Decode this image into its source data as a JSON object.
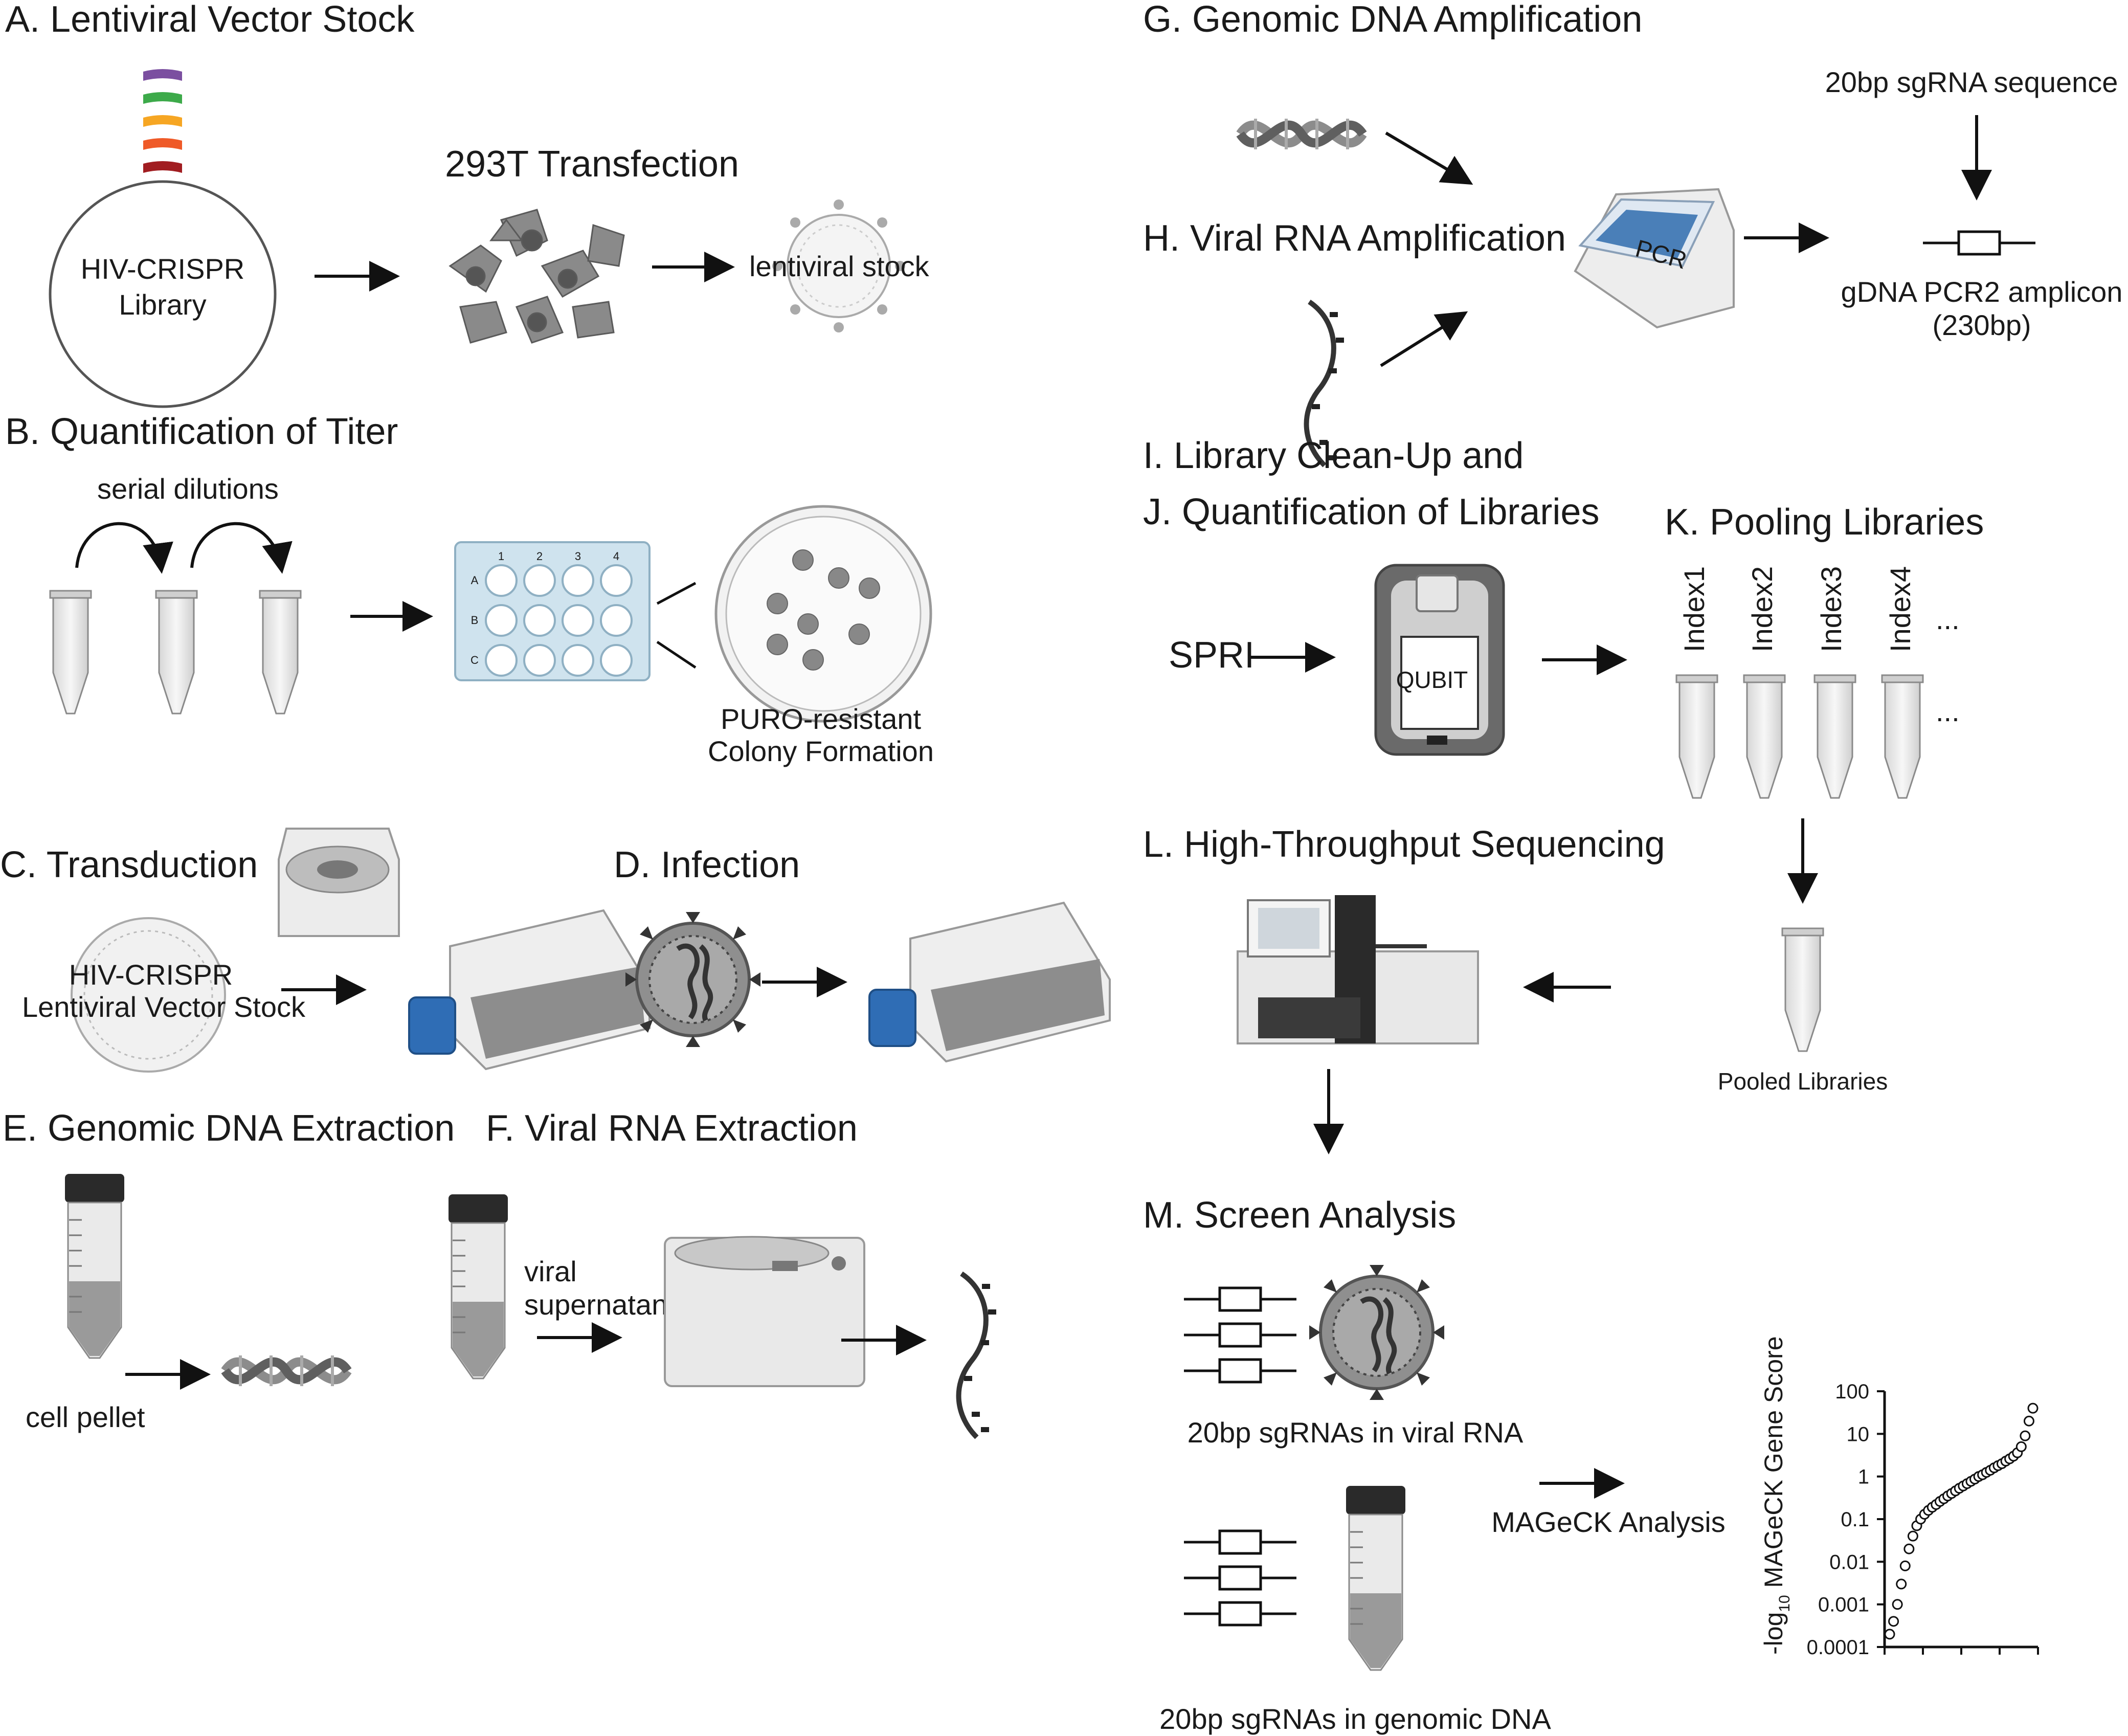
{
  "panels": {
    "A": {
      "title": "A. Lentiviral Vector Stock",
      "plasmid_line1": "HIV-CRISPR",
      "plasmid_line2": "Library",
      "transfection": "293T Transfection",
      "stock": "lentiviral stock"
    },
    "B": {
      "title": "B. Quantification of  Titer",
      "dilutions": "serial dilutions",
      "colony_line1": "PURO-resistant",
      "colony_line2": "Colony Formation",
      "plate_cols": [
        "1",
        "2",
        "3",
        "4"
      ],
      "plate_rows": [
        "A",
        "B",
        "C"
      ]
    },
    "C": {
      "title": "C. Transduction",
      "vector_line1": "HIV-CRISPR",
      "vector_line2": "Lentiviral Vector Stock"
    },
    "D": {
      "title": "D. Infection"
    },
    "E": {
      "title": "E. Genomic DNA Extraction",
      "pellet": "cell pellet"
    },
    "F": {
      "title": "F. Viral RNA Extraction",
      "super_line1": "viral",
      "super_line2": "supernatant"
    },
    "G": {
      "title": "G. Genomic DNA Amplification",
      "sgrna": "20bp sgRNA sequence",
      "pcr": "PCR",
      "amplicon_line1": "gDNA PCR2 amplicon",
      "amplicon_line2": "(230bp)"
    },
    "H": {
      "title": "H. Viral RNA Amplification"
    },
    "I": {
      "title": "I. Library Clean-Up and"
    },
    "J": {
      "title": "J. Quantification of Libraries",
      "spri": "SPRI",
      "qubit": "QUBIT"
    },
    "K": {
      "title": "K. Pooling Libraries",
      "indices": [
        "Index1",
        "Index2",
        "Index3",
        "Index4"
      ],
      "ellipsis": "..."
    },
    "L": {
      "title": "L. High-Throughput Sequencing",
      "pooled": "Pooled Libraries"
    },
    "M": {
      "title": "M. Screen Analysis",
      "viral_label": "20bp sgRNAs in viral RNA",
      "genomic_label": "20bp sgRNAs in genomic DNA",
      "mageck": "MAGeCK Analysis",
      "ylabel_prefix": "-log",
      "ylabel_sub": "10",
      "ylabel_suffix": " MAGeCK Gene Score"
    }
  },
  "colors": {
    "plasmid_bands": [
      "#7b4fa0",
      "#3daa4a",
      "#f6a623",
      "#ef5a28",
      "#a11d21",
      "#1a1a1a"
    ],
    "flask_cap": "#2f6db5",
    "plate_fill": "#cfe3ee"
  },
  "chart_data": {
    "type": "scatter",
    "ylabel": "-log10 MAGeCK Gene Score",
    "y_scale": "log",
    "ylim": [
      0.0001,
      100
    ],
    "yticks": [
      "100",
      "10",
      "1",
      "0.1",
      "0.01",
      "0.001",
      "0.0001"
    ],
    "x_label": "",
    "series": [
      {
        "values": [
          0.0002,
          0.0004,
          0.001,
          0.003,
          0.008,
          0.02,
          0.04,
          0.07,
          0.1,
          0.13,
          0.16,
          0.19,
          0.22,
          0.26,
          0.3,
          0.35,
          0.4,
          0.46,
          0.53,
          0.6,
          0.68,
          0.77,
          0.87,
          1.0,
          1.1,
          1.25,
          1.4,
          1.6,
          1.8,
          2.0,
          2.3,
          2.6,
          3.0,
          3.6,
          5.0,
          9.0,
          20.0,
          40.0
        ]
      }
    ]
  }
}
